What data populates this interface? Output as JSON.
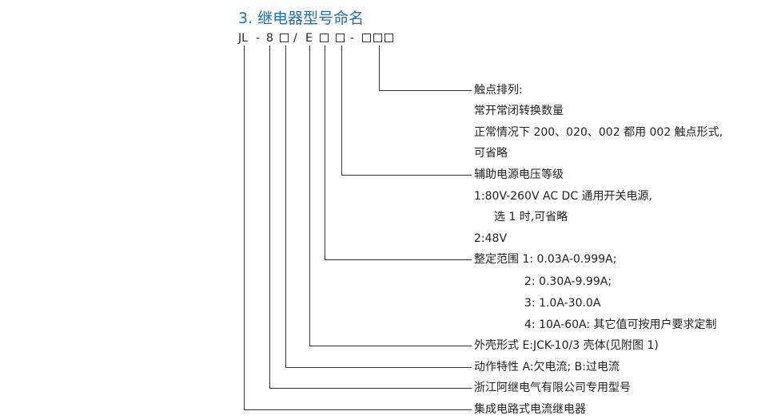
{
  "title": "3. 继电器型号命名",
  "model": {
    "prefix": "JL",
    "dash1": "-",
    "digit": "8",
    "slash": "/",
    "letter": "E",
    "dash2": "-"
  },
  "annotations": {
    "contacts": [
      "触点排列:",
      "常开常闭转换数量",
      "正常情况下 200、020、002 都用 002 触点形式,",
      "可省略"
    ],
    "voltage": [
      "辅助电源电压等级",
      "1:80V-260V AC DC 通用开关电源,",
      "选 1 时,可省略",
      "2:48V"
    ],
    "range": [
      "整定范围 1: 0.03A-0.999A;",
      "2: 0.30A-9.99A;",
      "3: 1.0A-30.0A",
      "4: 10A-60A: 其它值可按用户要求定制"
    ],
    "shape": "外壳形式 E:JCK-10/3 壳体(见附图 1)",
    "action": "动作特性 A:欠电流; B:过电流",
    "company": "浙江阿继电气有限公司专用型号",
    "series": "集成电路式电流继电器"
  }
}
